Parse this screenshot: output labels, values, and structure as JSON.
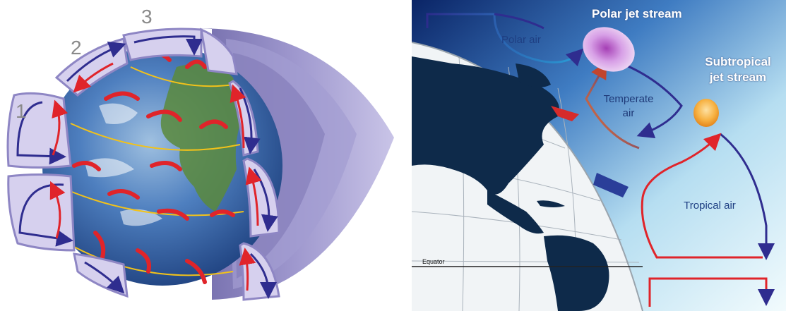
{
  "left_panel": {
    "cell_numbers": [
      "1",
      "2",
      "3"
    ]
  },
  "right_panel": {
    "labels": {
      "polar_jet": "Polar jet stream",
      "subtropical_jet_line1": "Subtropical",
      "subtropical_jet_line2": "jet stream",
      "polar_air": "Polar air",
      "temperate_air_line1": "Temperate",
      "temperate_air_line2": "air",
      "tropical_air": "Tropical air",
      "equator": "Equator"
    }
  },
  "colors": {
    "cell_fill": "#d6d0ee",
    "cell_stroke": "#8e86c4",
    "arrow_red": "#e0242a",
    "arrow_blue": "#2f2d8f",
    "latitude_line": "#f2c21a",
    "ocean": "#2f5aa8",
    "land_green": "#4f7a36",
    "sky_dark": "#0c2a6a",
    "sky_light": "#e9f6fb",
    "continent_right": "#0e2a4a",
    "polar_jet_fill": "#d9a4e8",
    "subtropical_jet_fill": "#f5b13c"
  }
}
